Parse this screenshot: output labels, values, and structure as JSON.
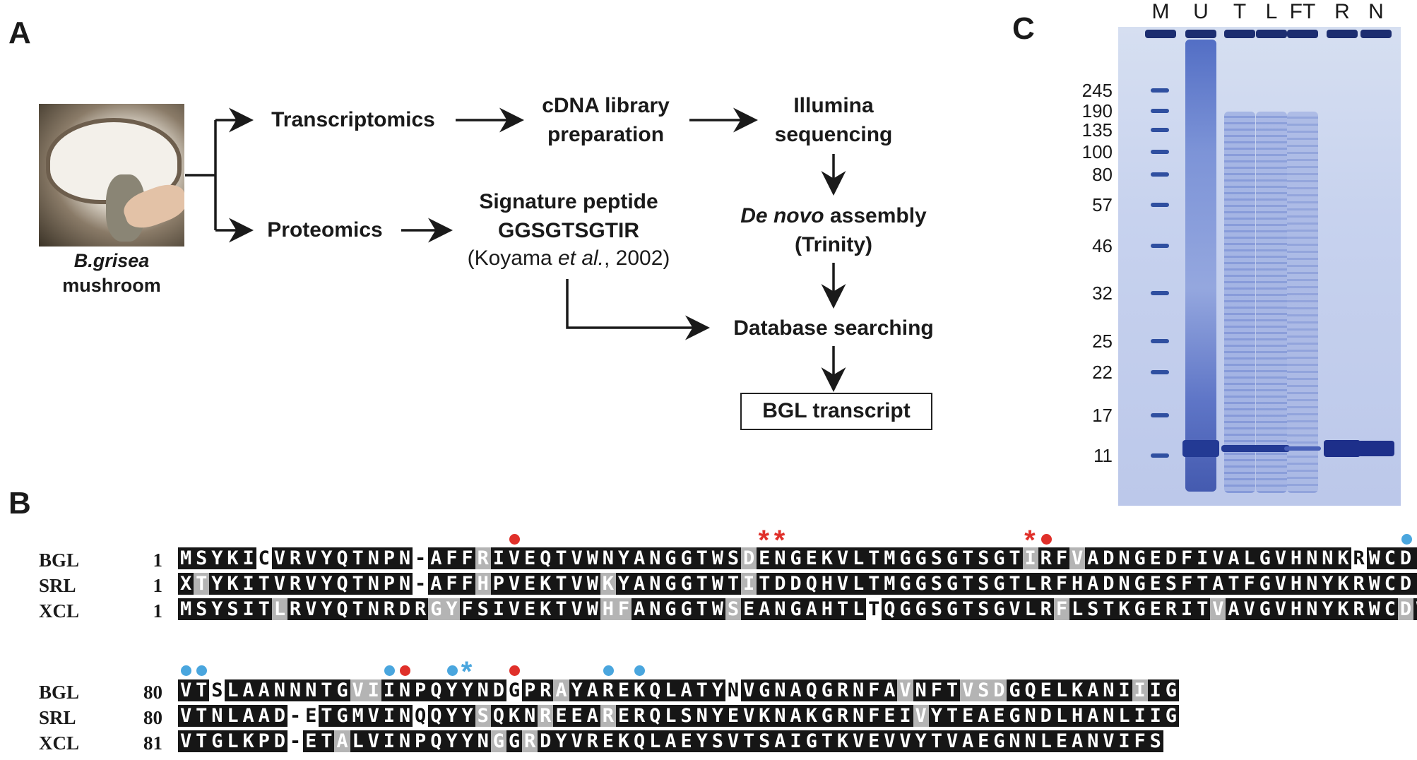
{
  "panels": {
    "a": "A",
    "b": "B",
    "c": "C"
  },
  "panel_a": {
    "species_name": "B.grisea",
    "species_caption": "mushroom",
    "transcriptomics": "Transcriptomics",
    "proteomics": "Proteomics",
    "cdna_line1": "cDNA library",
    "cdna_line2": "preparation",
    "illumina_line1": "Illumina",
    "illumina_line2": "sequencing",
    "sig_line1": "Signature peptide",
    "sig_line2": "GGSGTSGTIR",
    "citation_pre": "(Koyama ",
    "citation_etal": "et al.",
    "citation_post": ", 2002)",
    "denovo_italic": "De novo",
    "denovo_rest": " assembly",
    "trinity": "(Trinity)",
    "database": "Database searching",
    "result": "BGL transcript"
  },
  "panel_c": {
    "lanes": [
      "M",
      "U",
      "T",
      "L",
      "FT",
      "R",
      "N"
    ],
    "mw_markers": [
      "245",
      "190",
      "135",
      "100",
      "80",
      "57",
      "46",
      "32",
      "25",
      "22",
      "17",
      "11"
    ]
  },
  "panel_b": {
    "colors": {
      "identical": "#161616",
      "similar": "#b4b4b4",
      "red_mark": "#e0302a",
      "blue_mark": "#4aa6de"
    },
    "block1": {
      "rows": [
        {
          "name": "BGL",
          "start": "1",
          "seq": "MSYKICVRVYQTNPN-AFFRIVEQTVWNYANGGTWSDENGEKVLTMGGSGTSGTIRFVADNGEDFIVALGVHNNKRWCDI",
          "shade": "IIIIINIIIIIIIIINIIISIIIIIIIIIIIIIIIISIIIIIIIIIIIIIIIIISIISIIIIIIIIIIIIIIIIINIIIIII"
        },
        {
          "name": "SRL",
          "start": "1",
          "seq": "XTYKITVRVYQTNPN-AFFHPVEKTVWKYANGGTWTITDDQHVLTMGGSGTSGTLRFHADNGESFTATFGVHNYKRWCDI",
          "shade": "IsIIIIIIIIIIIIINIIISIIIIIIISIIIIIIIISIIIIIIIIIIIIIIIIIIIIIIIIIIIIIIIIIIIIIIIIIII"
        },
        {
          "name": "XCL",
          "start": "1",
          "seq": "MSYSITLRVYQTNRDRGYFSIVEKTVWHFANGGTWSEANGAHTLTQGGSGTSGVLRFLSTKGERITVAVGVHNYKRWCDV",
          "shade": "IIIIIISIIIIIIIIISSIIIIIIIIISSIIIIIISIIIIIIIINIIIIIIIIIIISIIIIIIIIISIIIIIIIIIIIS"
        }
      ]
    },
    "block2": {
      "rows": [
        {
          "name": "BGL",
          "start": "80",
          "seq": "VTSLAANNNTGVIINPQYYNDGPRAYAREKQLATYNVGNAQGRNFAVNFTVSDGQELKANIIIG",
          "shade": "IINIIIIIIIISSIIIIIIIINIISIIIIIIIIIINIIIIIIIIIISIIISSSIIIIIIIIS"
        },
        {
          "name": "SRL",
          "start": "80",
          "seq": "VTNLAAD-ETGMVINQQYYSQKNREEARERQLSNYEVKNAKGRNFEIVYTEAEGNDLHANLIIG",
          "shade": "IIIIIIIN IIIIIINIIISIIISIIISIIIIIIIIIIIIIIIIIIISIIIIIIIIIIIIII"
        },
        {
          "name": "XCL",
          "start": "81",
          "seq": "VTGLKPD-ETALVINPQYYNGGRDYVREKQLAEYSVTSAIGTKVEVVYTVAEGNNLEANVIFS",
          "shade": "IIIIIIINIISIIIIIIIIISISIIIIIIIIIIIIIIIIIIIIIIIIIIIIIIIIIIIIIII"
        }
      ]
    }
  }
}
